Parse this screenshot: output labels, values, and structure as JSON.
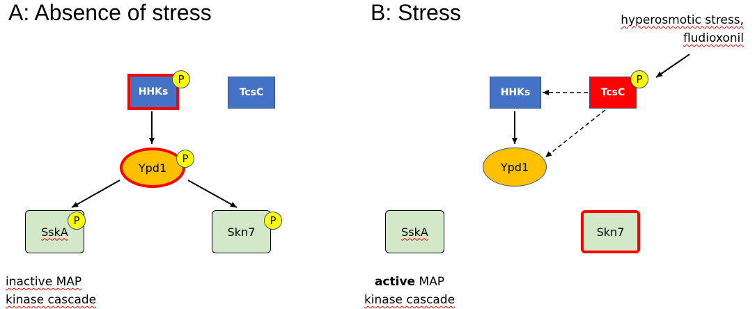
{
  "panel_a": {
    "title": "A: Absence of stress",
    "hhks": "HHKs",
    "tcsc": "TcsC",
    "ypd1": "Ypd1",
    "sska": "SskA",
    "skn7": "Skn7",
    "note_line1": "inactive MAP",
    "note_line2": "kinase cascade"
  },
  "panel_b": {
    "title": "B: Stress",
    "stimulus_line1": "hyperosmotic stress,",
    "stimulus_line2": "fludioxonil",
    "hhks": "HHKs",
    "tcsc": "TcsC",
    "ypd1": "Ypd1",
    "sska": "SskA",
    "skn7": "Skn7",
    "note_bold": "active",
    "note_rest": " MAP",
    "note_line2": "kinase cascade"
  },
  "phospho_label": "P",
  "colors": {
    "kinase_blue": "#4472c4",
    "activated_red": "#ff0000",
    "ypd1_orange": "#ffc000",
    "regulator_green": "#d3e8c8",
    "phospho_yellow": "#ffff00"
  }
}
